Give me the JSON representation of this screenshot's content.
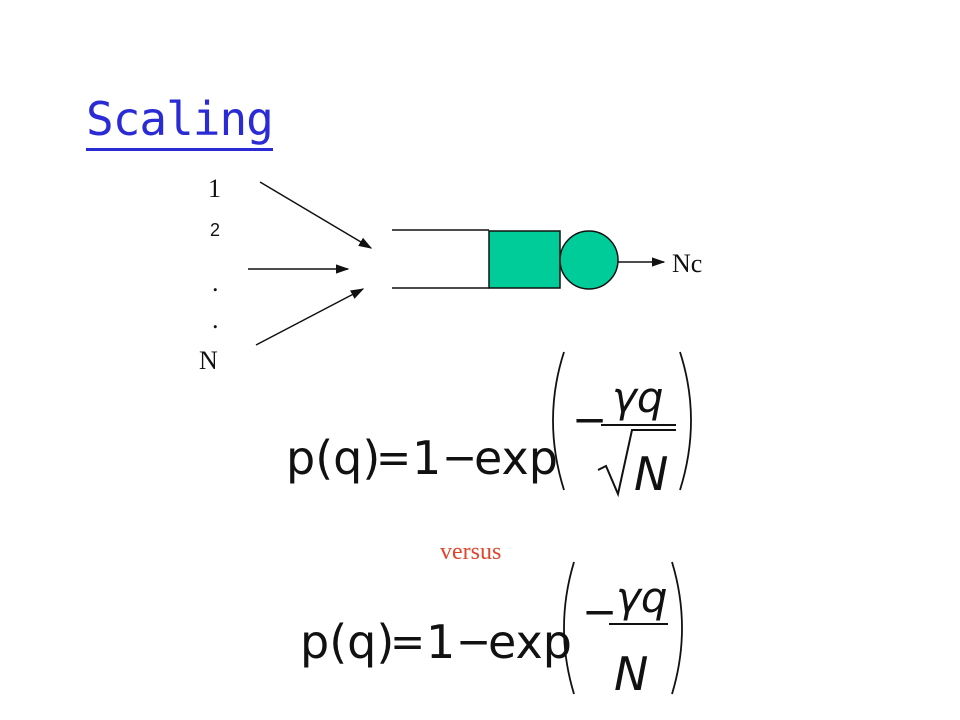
{
  "title": "Scaling",
  "sources": {
    "one": "1",
    "two": "2",
    "dot1": ".",
    "dot2": ".",
    "n": "N"
  },
  "output_label": "Nc",
  "separator": "versus",
  "eq1": {
    "lhs": "p(q)",
    "equals": "=",
    "one": "1",
    "minus": "−",
    "exp": "exp",
    "neg": "−",
    "numerator": "γq",
    "denominator": "N",
    "sqrt": "√"
  },
  "eq2": {
    "lhs": "p(q)",
    "equals": "=",
    "one": "1",
    "minus": "−",
    "exp": "exp",
    "neg": "−",
    "numerator": "γq",
    "denominator": "N"
  },
  "colors": {
    "title": "#2b2bd6",
    "server": "#00cc99",
    "versus": "#e0442c"
  }
}
